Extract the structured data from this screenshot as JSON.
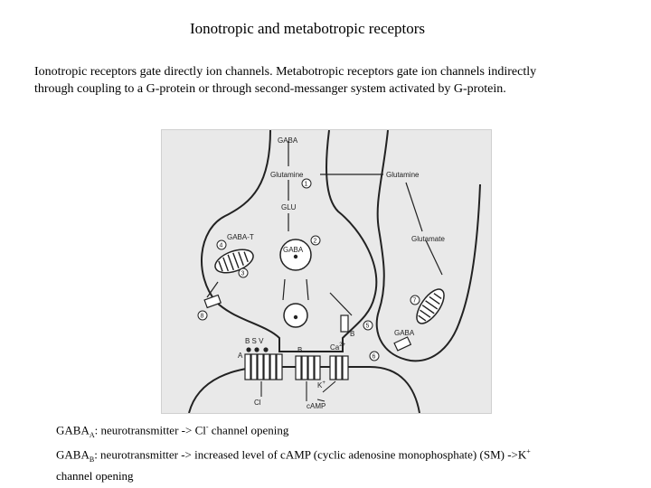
{
  "title": "Ionotropic and metabotropic receptors",
  "intro": {
    "line1": "Ionotropic receptors gate directly ion channels. Metabotropic receptors gate ion channels indirectly",
    "line2": "through coupling to a G-protein or through second-messanger system activated by G-protein."
  },
  "figure": {
    "labels": {
      "gaba_top": "GABA",
      "glutamine_left": "Glutamine",
      "glutamine_right": "Glutamine",
      "glu": "GLU",
      "gaba_t": "GABA-T",
      "gaba_vesicle": "GABA",
      "glutamate": "Glutamate",
      "gaba_glia": "GABA",
      "bsv": "B S V",
      "a": "A",
      "b_receptor": "B",
      "b_right": "B",
      "ca": "Ca",
      "ca_sup": "2+",
      "cl": "Cl",
      "k": "K",
      "k_sup": "+",
      "camp": "cAMP"
    },
    "steps": [
      "1",
      "2",
      "3",
      "4",
      "5",
      "6",
      "7",
      "8"
    ]
  },
  "caption": {
    "line1_prefix": "GABA",
    "line1_sub": "A",
    "line1_mid": ": neurotransmitter -> Cl",
    "line1_sup": "-",
    "line1_suffix": " channel opening",
    "line2_prefix": "GABA",
    "line2_sub": "B",
    "line2_mid": ": neurotransmitter -> increased level of cAMP (cyclic adenosine monophosphate) (SM) ->K",
    "line2_sup": "+",
    "line3": "channel opening"
  }
}
